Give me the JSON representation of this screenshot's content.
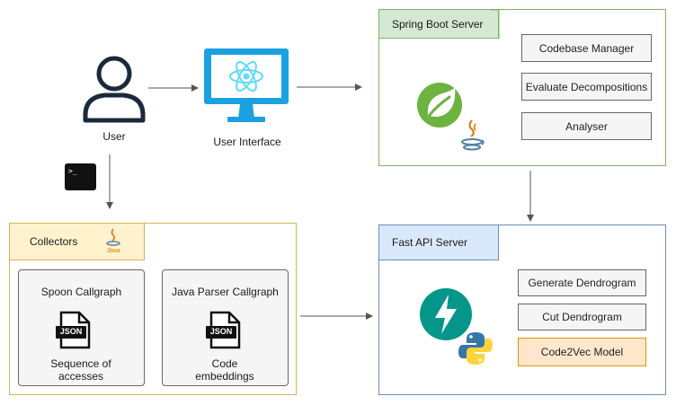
{
  "user": {
    "label": "User"
  },
  "ui": {
    "label": "User Interface"
  },
  "spring": {
    "title": "Spring Boot Server",
    "items": [
      "Codebase Manager",
      "Evaluate Decompositions",
      "Analyser"
    ]
  },
  "fastapi": {
    "title": "Fast API Server",
    "items": [
      "Generate Dendrogram",
      "Cut Dendrogram",
      "Code2Vec Model"
    ]
  },
  "collectors": {
    "title": "Collectors",
    "java_label": "Java",
    "left": {
      "title": "Spoon Callgraph",
      "json": "JSON",
      "caption": "Sequence of accesses"
    },
    "right": {
      "title": "Java Parser Callgraph",
      "json": "JSON",
      "caption": "Code embeddings"
    }
  },
  "terminal": {
    "prompt": ">_"
  },
  "colors": {
    "spring_border": "#82b366",
    "spring_tab": "#d5e8d4",
    "fastapi_border": "#6c8ebf",
    "fastapi_tab": "#dae8fc",
    "collectors_border": "#d6b656",
    "collectors_tab": "#fff2cc",
    "highlight_fill": "#ffe6cc",
    "highlight_border": "#d79b00",
    "ui_blue": "#1ba1e2",
    "react_cyan": "#61dafb",
    "spring_green": "#6db33f",
    "fastapi_teal": "#049688"
  }
}
